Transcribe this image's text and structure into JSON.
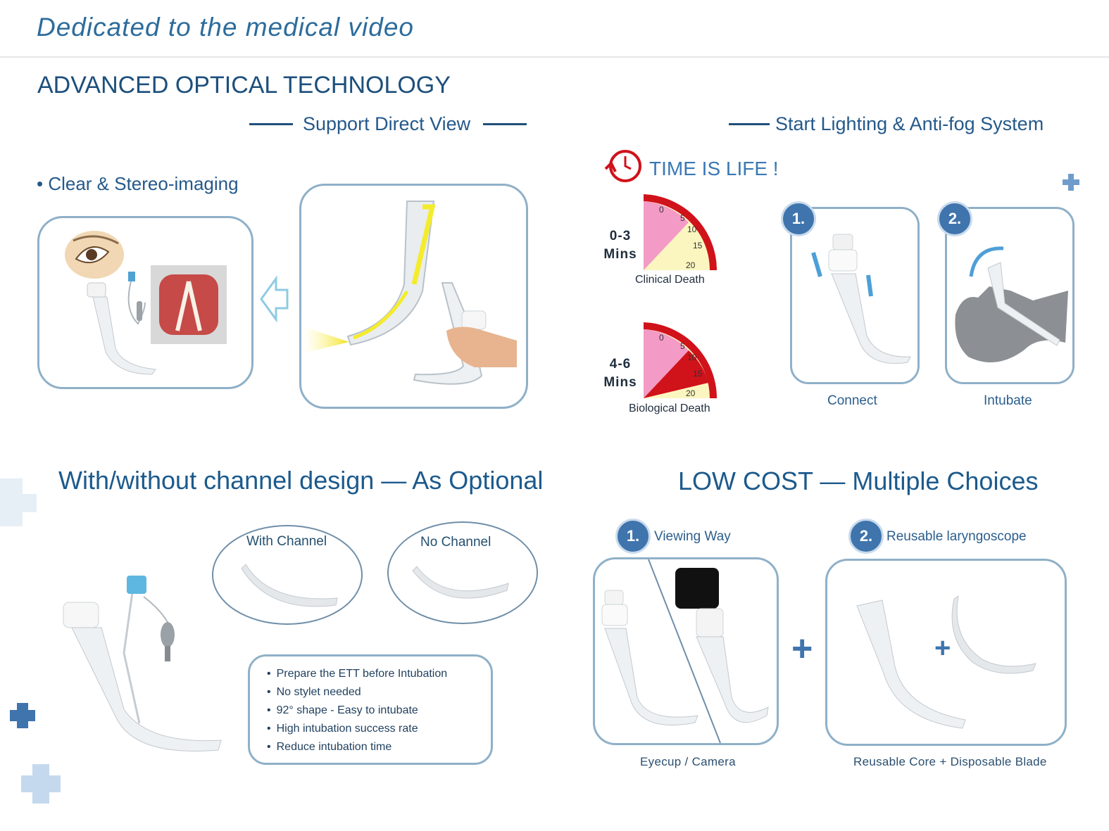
{
  "header": {
    "tagline": "Dedicated to the medical video",
    "title": "ADVANCED OPTICAL TECHNOLOGY"
  },
  "direct_view": {
    "heading": "Support Direct View",
    "bullet": "• Clear & Stereo-imaging"
  },
  "lighting": {
    "heading": "Start Lighting & Anti-fog System",
    "time_is_life": "TIME IS LIFE !",
    "gauge_ticks": [
      "0",
      "5",
      "10",
      "15",
      "20"
    ],
    "gauge1": {
      "mins_top": "0-3",
      "mins_bottom": "Mins",
      "caption": "Clinical Death"
    },
    "gauge2": {
      "mins_top": "4-6",
      "mins_bottom": "Mins",
      "caption": "Biological Death"
    },
    "steps": [
      {
        "num": "1.",
        "label": "Connect"
      },
      {
        "num": "2.",
        "label": "Intubate"
      }
    ]
  },
  "channel": {
    "title": "With/without channel design — As Optional",
    "with_label": "With Channel",
    "no_label": "No Channel",
    "features": [
      "Prepare the ETT before Intubation",
      "No stylet needed",
      "92° shape - Easy to intubate",
      "High intubation success rate",
      "Reduce intubation time"
    ]
  },
  "low_cost": {
    "title": "LOW COST — Multiple Choices",
    "choices": [
      {
        "num": "1.",
        "label": "Viewing Way",
        "caption": "Eyecup / Camera"
      },
      {
        "num": "2.",
        "label": "Reusable laryngoscope",
        "caption": "Reusable Core + Disposable Blade"
      }
    ],
    "plus": "+"
  },
  "colors": {
    "brand_blue": "#1c4f7c",
    "accent_blue": "#3f74ad",
    "box_border": "#8fb0c8",
    "alarm_red": "#d0121b",
    "gauge_pink": "#f49ac6",
    "gauge_yellow": "#fbf6c0"
  }
}
